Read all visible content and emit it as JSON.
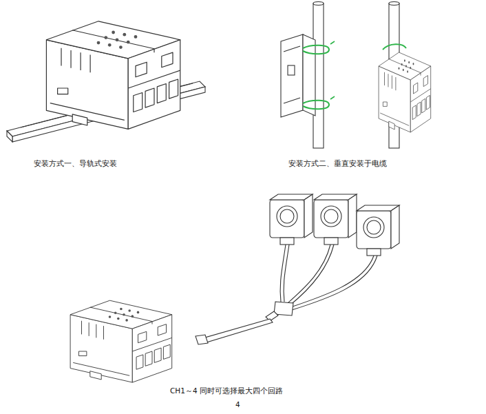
{
  "diagram": {
    "labels": [
      "安装方式一、导轨式安装",
      "安装方式二、垂直安装于电缆",
      "CH1～4 同时可选择最大四个回路",
      "4"
    ]
  }
}
